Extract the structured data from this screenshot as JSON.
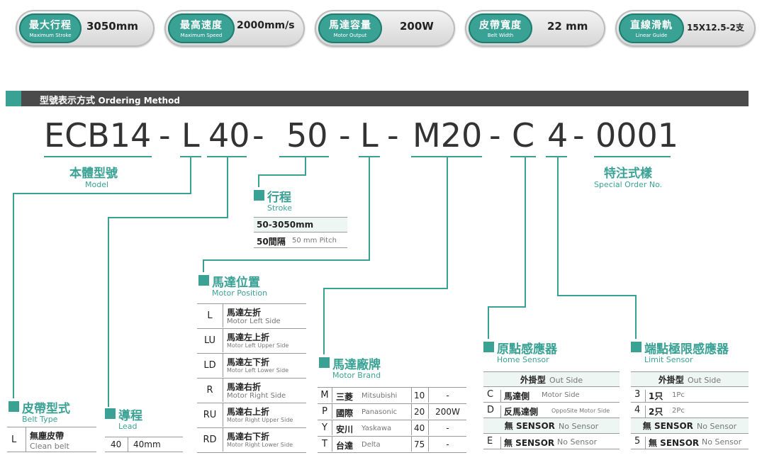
{
  "badges": [
    {
      "zh": "最大行程",
      "en": "Maximum Stroke",
      "value": "3050mm"
    },
    {
      "zh": "最高速度",
      "en": "Maximum Speed",
      "value": "2000mm/s"
    },
    {
      "zh": "馬達容量",
      "en": "Motor Output",
      "value": "200W"
    },
    {
      "zh": "皮帶寬度",
      "en": "Belt Width",
      "value": "22 mm"
    },
    {
      "zh": "直線滑軌",
      "en": "Linear Guide",
      "value": "15X12.5-2支"
    }
  ],
  "section": {
    "title_zh": "型號表示方式",
    "title_en": "Ordering Method"
  },
  "code": {
    "model": "ECB14",
    "belt": "L",
    "lead": "40",
    "stroke": "50",
    "position": "L",
    "brand": "M20",
    "home": "C",
    "limit": "4",
    "special": "0001",
    "sep": "-"
  },
  "model": {
    "zh": "本體型號",
    "en": "Model"
  },
  "special": {
    "zh": "特注式樣",
    "en": "Special Order No."
  },
  "stroke": {
    "zh": "行程",
    "en": "Stroke",
    "range": "50-3050mm",
    "pitch_zh": "50間隔",
    "pitch_en": "50 mm Pitch"
  },
  "position": {
    "zh": "馬達位置",
    "en": "Motor Position",
    "rows": [
      {
        "code": "L",
        "zh": "馬達左折",
        "en": "Motor Left Side"
      },
      {
        "code": "LU",
        "zh": "馬達左上折",
        "en": "Motor Left Upper Side"
      },
      {
        "code": "LD",
        "zh": "馬達左下折",
        "en": "Motor Left Lower Side"
      },
      {
        "code": "R",
        "zh": "馬達右折",
        "en": "Motor Right Side"
      },
      {
        "code": "RU",
        "zh": "馬達右上折",
        "en": "Motor Right Upper Side"
      },
      {
        "code": "RD",
        "zh": "馬達右下折",
        "en": "Motor Right Lower Side"
      }
    ]
  },
  "brand": {
    "zh": "馬達廠牌",
    "en": "Motor Brand",
    "rows": [
      {
        "code": "M",
        "zh": "三菱",
        "en": "Mitsubishi",
        "size": "10",
        "power": "-"
      },
      {
        "code": "P",
        "zh": "國際",
        "en": "Panasonic",
        "size": "20",
        "power": "200W"
      },
      {
        "code": "Y",
        "zh": "安川",
        "en": "Yaskawa",
        "size": "40",
        "power": "-"
      },
      {
        "code": "T",
        "zh": "台達",
        "en": "Delta",
        "size": "75",
        "power": "-"
      }
    ]
  },
  "home": {
    "zh": "原點感應器",
    "en": "Home Sensor",
    "header_zh": "外掛型",
    "header_en": "Out Side",
    "rows": [
      {
        "code": "C",
        "zh": "馬達側",
        "en": "Motor Side"
      },
      {
        "code": "D",
        "zh": "反馬達側",
        "en": "OppoSite Motor Side"
      }
    ],
    "none_zh": "無 SENSOR",
    "none_en": "No Sensor",
    "e_code": "E",
    "e_zh": "無 SENSOR",
    "e_en": "No Sensor"
  },
  "limit": {
    "zh": "端點極限感應器",
    "en": "Limit Sensor",
    "header_zh": "外掛型",
    "header_en": "Out Side",
    "rows": [
      {
        "code": "3",
        "zh": "1只",
        "en": "1Pc"
      },
      {
        "code": "4",
        "zh": "2只",
        "en": "2Pc"
      }
    ],
    "none_zh": "無 SENSOR",
    "none_en": "No Sensor",
    "five_code": "5",
    "five_zh": "無 SENSOR",
    "five_en": "No Sensor"
  },
  "belt": {
    "zh": "皮帶型式",
    "en": "Belt Type",
    "code": "L",
    "val_zh": "無塵皮帶",
    "val_en": "Clean belt"
  },
  "lead": {
    "zh": "導程",
    "en": "Lead",
    "code": "40",
    "val": "40mm"
  },
  "colors": {
    "accent": "#3aa295",
    "bar": "#4b4b4b"
  }
}
